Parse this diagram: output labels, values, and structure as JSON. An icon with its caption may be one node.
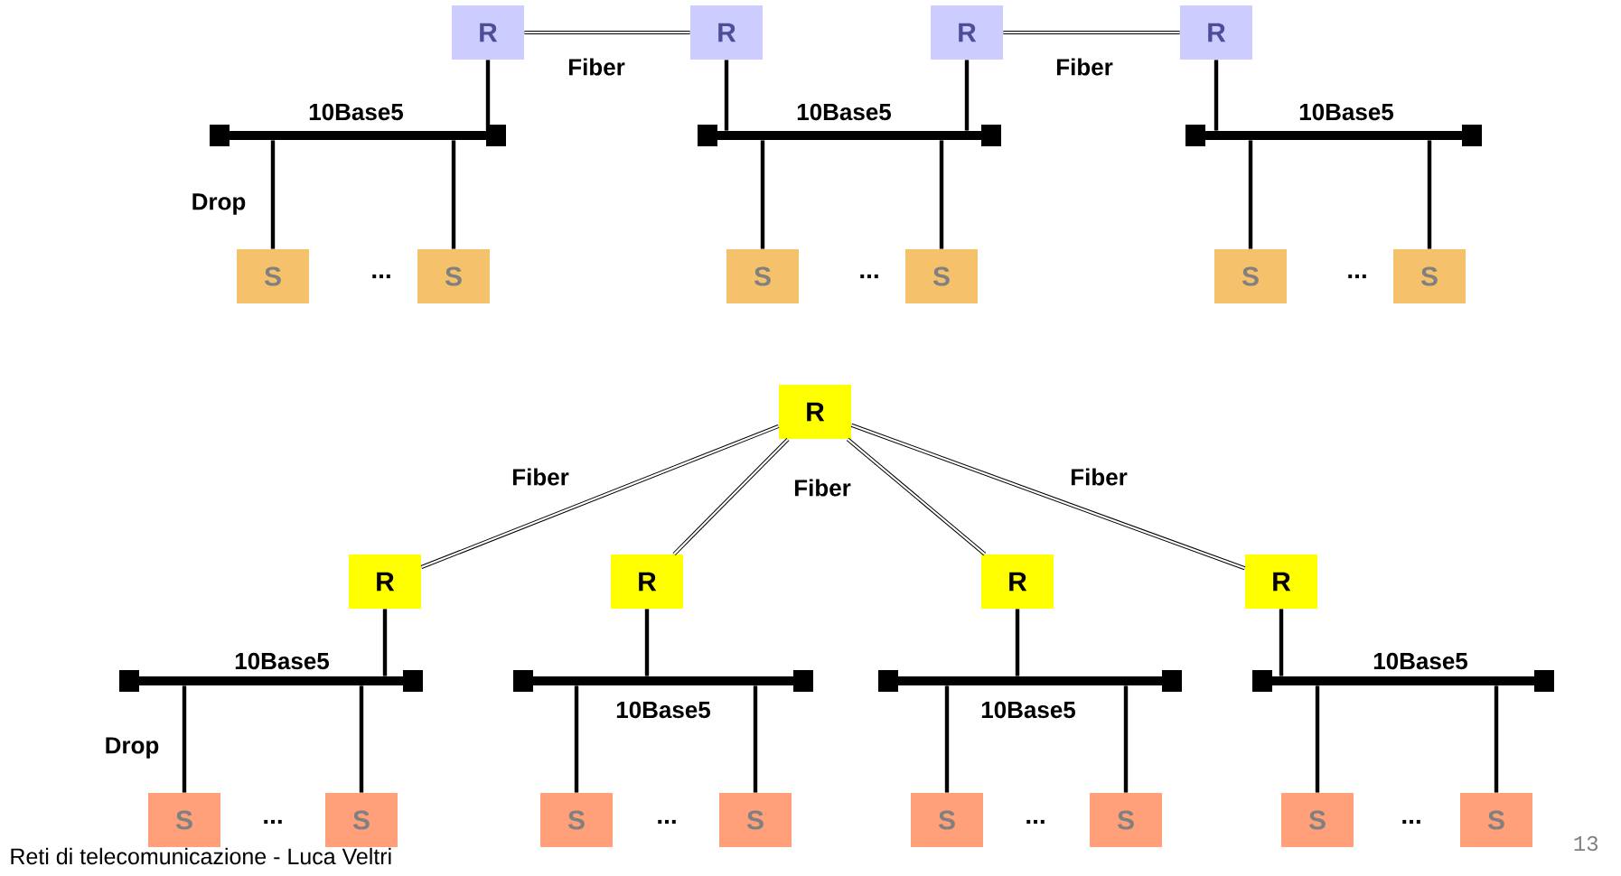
{
  "diagram": {
    "nodes": [
      {
        "text": [
          "R"
        ]
      },
      {
        "text": [
          "R"
        ]
      },
      {
        "text": [
          "R"
        ]
      },
      {
        "text": [
          "R"
        ]
      },
      {
        "text": [],
        "shape": "bar",
        "beside": [
          "10Base5"
        ]
      },
      {
        "text": [],
        "shape": "bar",
        "beside": [
          "10Base5"
        ]
      },
      {
        "text": [],
        "shape": "bar",
        "beside": [
          "10Base5"
        ]
      },
      {
        "text": [
          "S"
        ]
      },
      {
        "text": [
          "S"
        ]
      },
      {
        "text": [
          "S"
        ]
      },
      {
        "text": [
          "S"
        ]
      },
      {
        "text": [
          "S"
        ]
      },
      {
        "text": [
          "S"
        ]
      },
      {
        "text": [
          "R"
        ]
      },
      {
        "text": [
          "R"
        ]
      },
      {
        "text": [
          "R"
        ]
      },
      {
        "text": [
          "R"
        ]
      },
      {
        "text": [
          "R"
        ]
      },
      {
        "text": [],
        "shape": "bar",
        "beside": [
          "10Base5"
        ]
      },
      {
        "text": [],
        "shape": "bar",
        "beside": [
          "10Base5"
        ]
      },
      {
        "text": [],
        "shape": "bar",
        "beside": [
          "10Base5"
        ]
      },
      {
        "text": [],
        "shape": "bar",
        "beside": [
          "10Base5"
        ]
      },
      {
        "text": [
          "S"
        ]
      },
      {
        "text": [
          "S"
        ]
      },
      {
        "text": [
          "S"
        ]
      },
      {
        "text": [
          "S"
        ]
      },
      {
        "text": [
          "S"
        ]
      },
      {
        "text": [
          "S"
        ]
      },
      {
        "text": [
          "S"
        ]
      },
      {
        "text": [
          "S"
        ]
      }
    ],
    "edges": [
      {
        "from": 0,
        "to": 1,
        "arrow": "none",
        "label": "Fiber"
      },
      {
        "from": 2,
        "to": 3,
        "arrow": "none",
        "label": "Fiber"
      },
      {
        "from": 0,
        "to": 4,
        "arrow": "none"
      },
      {
        "from": 1,
        "to": 5,
        "arrow": "none"
      },
      {
        "from": 2,
        "to": 5,
        "arrow": "none"
      },
      {
        "from": 3,
        "to": 6,
        "arrow": "none"
      },
      {
        "from": 4,
        "to": 7,
        "arrow": "none",
        "label": "Drop"
      },
      {
        "from": 4,
        "to": 8,
        "arrow": "none"
      },
      {
        "from": 5,
        "to": 9,
        "arrow": "none"
      },
      {
        "from": 5,
        "to": 10,
        "arrow": "none"
      },
      {
        "from": 6,
        "to": 11,
        "arrow": "none"
      },
      {
        "from": 6,
        "to": 12,
        "arrow": "none"
      },
      {
        "from": 13,
        "to": 14,
        "arrow": "none",
        "label": "Fiber"
      },
      {
        "from": 13,
        "to": 15,
        "arrow": "none"
      },
      {
        "from": 13,
        "to": 16,
        "arrow": "none",
        "label": "Fiber"
      },
      {
        "from": 13,
        "to": 17,
        "arrow": "none",
        "label": "Fiber"
      },
      {
        "from": 14,
        "to": 18,
        "arrow": "none"
      },
      {
        "from": 15,
        "to": 19,
        "arrow": "none"
      },
      {
        "from": 16,
        "to": 20,
        "arrow": "none"
      },
      {
        "from": 17,
        "to": 21,
        "arrow": "none"
      },
      {
        "from": 18,
        "to": 22,
        "arrow": "none",
        "label": "Drop"
      },
      {
        "from": 18,
        "to": 23,
        "arrow": "none"
      },
      {
        "from": 19,
        "to": 24,
        "arrow": "none"
      },
      {
        "from": 19,
        "to": 25,
        "arrow": "none"
      },
      {
        "from": 20,
        "to": 26,
        "arrow": "none"
      },
      {
        "from": 20,
        "to": 27,
        "arrow": "none"
      },
      {
        "from": 21,
        "to": 28,
        "arrow": "none"
      },
      {
        "from": 21,
        "to": 29,
        "arrow": "none"
      }
    ],
    "labels": [
      "...",
      "...",
      "...",
      "...",
      "...",
      "...",
      "...",
      "Reti di telecomunicazione - Luca Veltri",
      "13"
    ]
  }
}
